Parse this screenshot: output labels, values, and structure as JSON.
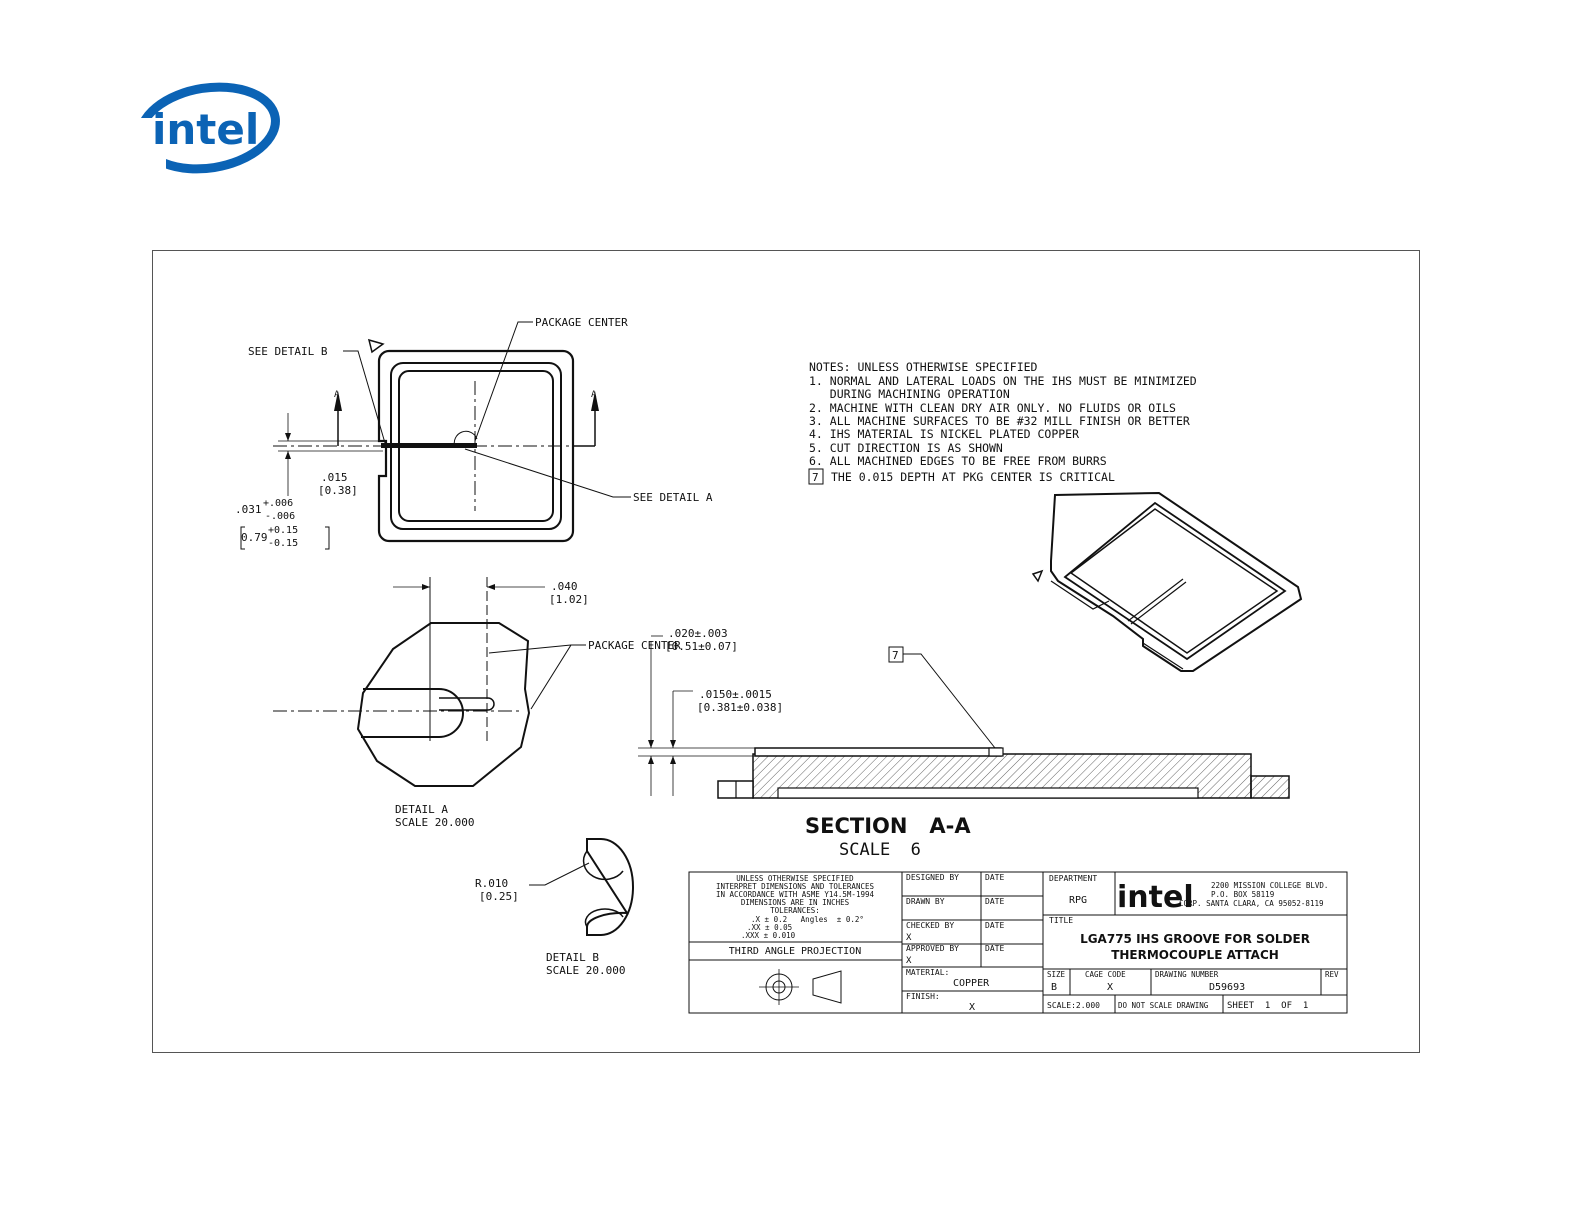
{
  "logo": {
    "text": "intel",
    "color": "#0b63b5"
  },
  "drawing": {
    "top_view": {
      "see_detail_b": "SEE DETAIL  B",
      "package_center": "PACKAGE CENTER",
      "see_detail_a": "SEE DETAIL  A",
      "section_marker": "A",
      "dim_015": ".015",
      "dim_015_mm": "[0.38]",
      "dim_031": ".031",
      "dim_031_tol_plus": "+.006",
      "dim_031_tol_minus": "-.006",
      "dim_079": "0.79",
      "dim_079_tol_plus": "+0.15",
      "dim_079_tol_minus": "-0.15"
    },
    "notes": {
      "header": "NOTES:  UNLESS OTHERWISE SPECIFIED",
      "lines": [
        "1. NORMAL AND LATERAL LOADS ON THE IHS MUST BE MINIMIZED",
        "   DURING MACHINING OPERATION",
        "2. MACHINE WITH CLEAN DRY AIR ONLY. NO FLUIDS OR OILS",
        "3. ALL MACHINE SURFACES TO BE #32 MILL FINISH OR BETTER",
        "4. IHS MATERIAL IS NICKEL PLATED COPPER",
        "5. CUT DIRECTION IS AS SHOWN",
        "6. ALL MACHINED EDGES TO BE FREE FROM BURRS"
      ],
      "note7_num": "7",
      "note7_text": "THE 0.015 DEPTH AT PKG CENTER IS CRITICAL"
    },
    "detail_a": {
      "dim_040": ".040",
      "dim_040_mm": "[1.02]",
      "package_center": "PACKAGE CENTER",
      "label": "DETAIL  A",
      "scale": "SCALE  20.000"
    },
    "section": {
      "dim_020": ".020±.003",
      "dim_020_mm": "[0.51±0.07]",
      "dim_0150": ".0150±.0015",
      "dim_0150_mm": "[0.381±0.038]",
      "note_flag": "7",
      "title": "SECTION   A-A",
      "scale": "SCALE  6"
    },
    "detail_b": {
      "radius": "R.010",
      "radius_mm": "[0.25]",
      "label": "DETAIL  B",
      "scale": "SCALE  20.000"
    },
    "title_block": {
      "general": [
        "UNLESS OTHERWISE SPECIFIED",
        "INTERPRET DIMENSIONS AND TOLERANCES",
        "IN ACCORDANCE WITH ASME Y14.5M-1994",
        "DIMENSIONS ARE IN INCHES",
        "TOLERANCES:"
      ],
      "tol_x": ".X ± 0.2   Angles  ± 0.2°",
      "tol_xx": ".XX ± 0.05",
      "tol_xxx": ".XXX ± 0.010",
      "projection": "THIRD ANGLE PROJECTION",
      "designed_by": "DESIGNED BY",
      "drawn_by": "DRAWN BY",
      "checked_by": "CHECKED BY",
      "approved_by": "APPROVED BY",
      "date": "DATE",
      "checked_val": "X",
      "approved_val": "X",
      "material_label": "MATERIAL:",
      "material": "COPPER",
      "finish_label": "FINISH:",
      "finish": "X",
      "department_label": "DEPARTMENT",
      "department": "RPG",
      "company_logo": "intel",
      "address_1": "2200 MISSION COLLEGE BLVD.",
      "address_2": "P.O. BOX 58119",
      "address_3": "CORP. SANTA CLARA, CA 95052-8119",
      "title_label": "TITLE",
      "title_1": "LGA775 IHS GROOVE FOR SOLDER",
      "title_2": "THERMOCOUPLE ATTACH",
      "size_label": "SIZE",
      "size": "B",
      "cage_label": "CAGE CODE",
      "cage": "X",
      "dwg_label": "DRAWING NUMBER",
      "dwg": "D59693",
      "rev_label": "REV",
      "scale": "SCALE:2.000",
      "dont_scale": "DO NOT SCALE DRAWING",
      "sheet": "SHEET  1  OF  1"
    }
  }
}
